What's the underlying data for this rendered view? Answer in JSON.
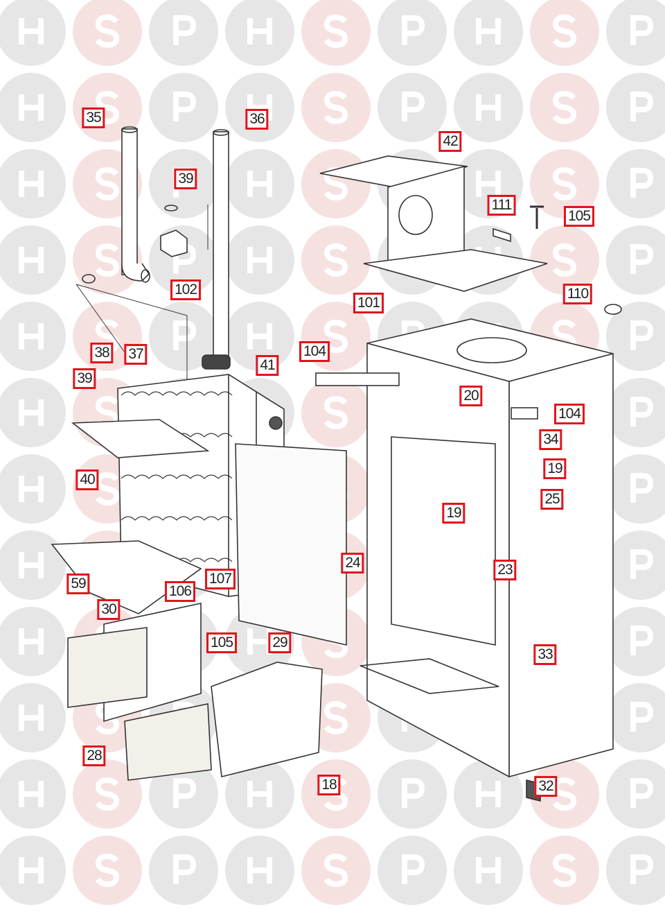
{
  "diagram": {
    "watermark_letters": [
      "H",
      "S",
      "P"
    ],
    "colors": {
      "label_border": "#e0141c",
      "watermark_grey": "#e6e6e6",
      "watermark_pink": "#f6e1e1",
      "line": "#333333"
    },
    "labels": [
      "35",
      "36",
      "39",
      "102",
      "42",
      "111",
      "105",
      "110",
      "101",
      "104",
      "38",
      "37",
      "41",
      "39",
      "20",
      "104",
      "34",
      "19",
      "40",
      "25",
      "19",
      "24",
      "23",
      "59",
      "107",
      "106",
      "30",
      "105",
      "29",
      "33",
      "28",
      "18",
      "32"
    ]
  }
}
